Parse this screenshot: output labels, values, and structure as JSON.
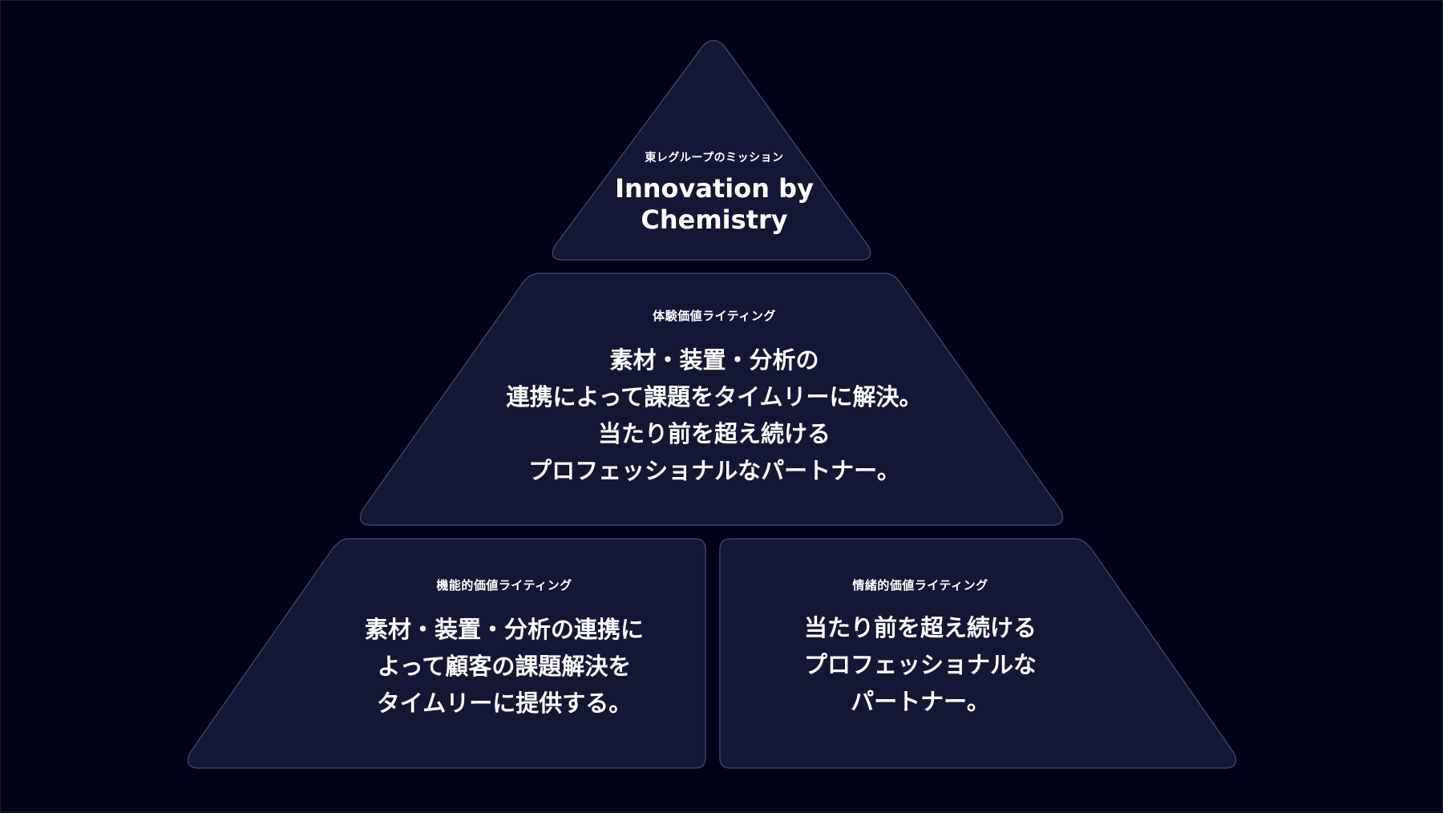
{
  "mission": {
    "label": "東レグループのミッション",
    "lines": [
      "Innovation by",
      "Chemistry"
    ]
  },
  "experience": {
    "label": "体験価値ライティング",
    "lines": [
      "素材・装置・分析の",
      "連携によって課題をタイムリーに解決。",
      "当たり前を超え続ける",
      "プロフェッショナルなパートナー。"
    ]
  },
  "functional": {
    "label": "機能的価値ライティング",
    "lines": [
      "素材・装置・分析の連携に",
      "よって顧客の課題解決を",
      "タイムリーに提供する。"
    ]
  },
  "emotional": {
    "label": "情緒的価値ライティング",
    "lines": [
      "当たり前を超え続ける",
      "プロフェッショナルな",
      "パートナー。"
    ]
  },
  "colors": {
    "background": "#000416",
    "panel": "#131733",
    "outline": "#3b4066",
    "text": "#ffffff"
  }
}
